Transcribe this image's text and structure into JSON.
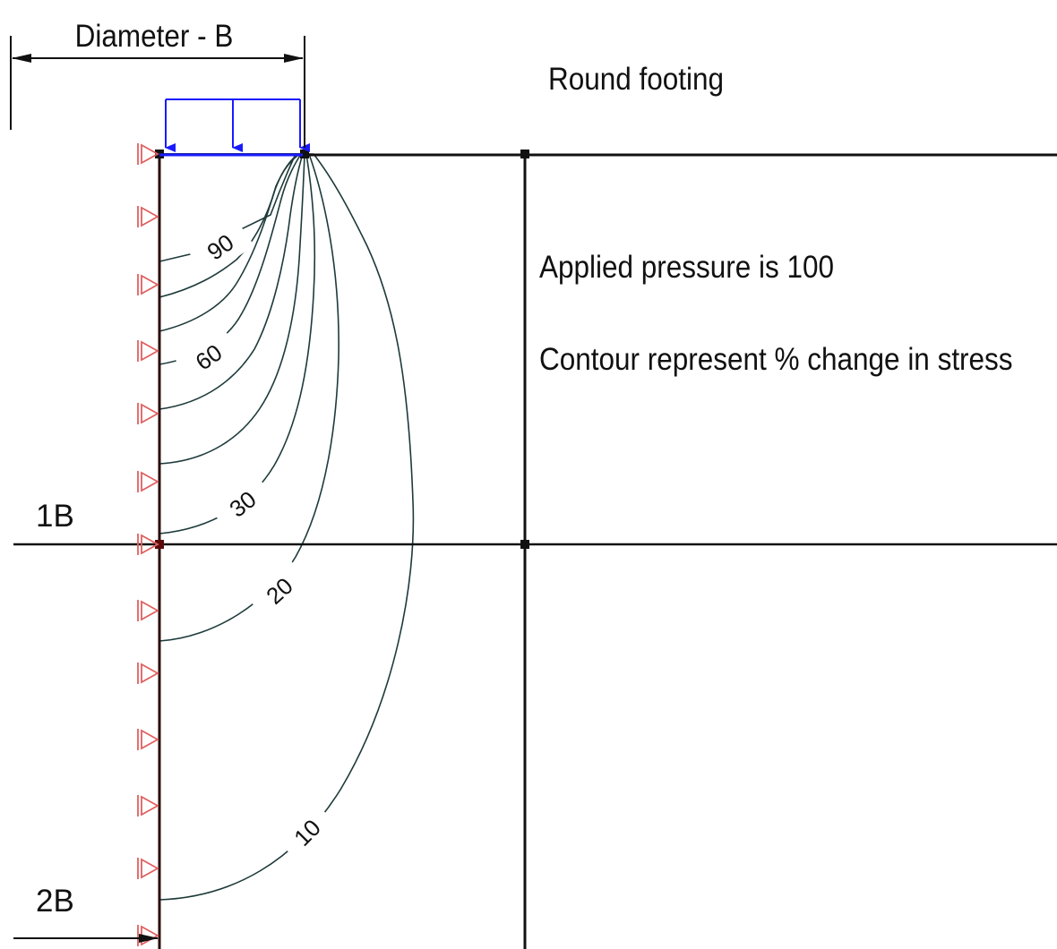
{
  "title": "Round footing",
  "dimension_label": "Diameter  - B",
  "depth_labels": [
    "1B",
    "2B"
  ],
  "notes": [
    "Applied pressure is 100",
    "Contour represent % change in stress"
  ],
  "contour_labels": [
    "90",
    "60",
    "30",
    "20",
    "10"
  ],
  "contour_levels": [
    10,
    20,
    30,
    40,
    50,
    60,
    70,
    80,
    90
  ],
  "colors": {
    "band_10": "#7db9f2",
    "band_20": "#80f4f4",
    "band_30": "#80f0cf",
    "band_40": "#76e89c",
    "band_50": "#7ae27a",
    "band_60": "#b4f07a",
    "band_70": "#f6f47c",
    "band_80": "#f5b478",
    "band_90": "#f07878",
    "load": "#1a1aff",
    "support": "#e06060"
  }
}
